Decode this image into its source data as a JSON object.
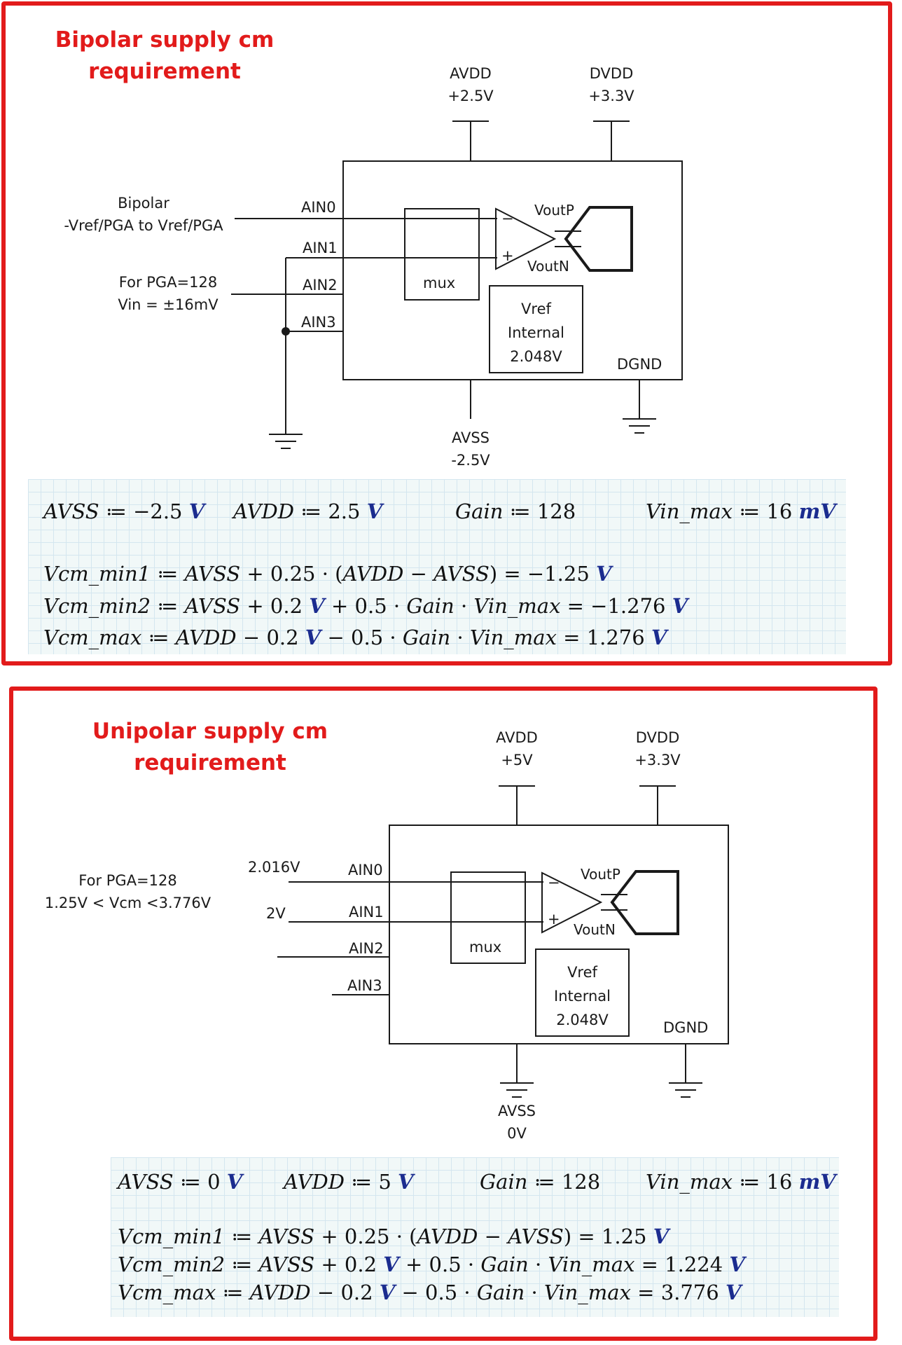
{
  "bipolar": {
    "title_line1": "Bipolar supply cm",
    "title_line2": "requirement",
    "avdd_label": "AVDD",
    "avdd_value": "+2.5V",
    "dvdd_label": "DVDD",
    "dvdd_value": "+3.3V",
    "input_desc_line1": "Bipolar",
    "input_desc_line2": "-Vref/PGA to Vref/PGA",
    "pga_line1": "For PGA=128",
    "pga_line2": "Vin = ±16mV",
    "pins": [
      "AIN0",
      "AIN1",
      "AIN2",
      "AIN3"
    ],
    "mux": "mux",
    "voutp": "VoutP",
    "voutn": "VoutN",
    "amp_minus": "−",
    "amp_plus": "+",
    "vref_line1": "Vref",
    "vref_line2": "Internal",
    "vref_line3": "2.048V",
    "dgnd": "DGND",
    "avss_label": "AVSS",
    "avss_value": "-2.5V",
    "math": {
      "avss": "−2.5",
      "avdd": "2.5",
      "gain": "128",
      "vin_max": "16",
      "vcm_min1_result": "−1.25",
      "vcm_min2_result": "−1.276",
      "vcm_max_result": "1.276"
    }
  },
  "unipolar": {
    "title_line1": "Unipolar supply cm",
    "title_line2": "requirement",
    "avdd_label": "AVDD",
    "avdd_value": "+5V",
    "dvdd_label": "DVDD",
    "dvdd_value": "+3.3V",
    "pga_line1": "For PGA=128",
    "pga_line2": "1.25V < Vcm <3.776V",
    "ain0_voltage": "2.016V",
    "ain1_voltage": "2V",
    "pins": [
      "AIN0",
      "AIN1",
      "AIN2",
      "AIN3"
    ],
    "mux": "mux",
    "voutp": "VoutP",
    "voutn": "VoutN",
    "amp_minus": "−",
    "amp_plus": "+",
    "vref_line1": "Vref",
    "vref_line2": "Internal",
    "vref_line3": "2.048V",
    "dgnd": "DGND",
    "avss_label": "AVSS",
    "avss_value": "0V",
    "math": {
      "avss": "0",
      "avdd": "5",
      "gain": "128",
      "vin_max": "16",
      "vcm_min1_result": "1.25",
      "vcm_min2_result": "1.224",
      "vcm_max_result": "3.776"
    }
  },
  "math_labels": {
    "avss_var": "AVSS",
    "avdd_var": "AVDD",
    "gain_var": "Gain",
    "vin_max_var": "Vin_max",
    "vcm_min1_var": "Vcm_min1",
    "vcm_min2_var": "Vcm_min2",
    "vcm_max_var": "Vcm_max",
    "unit_v": "V",
    "unit_mv": "mV",
    "k025": "0.25",
    "k02": "0.2",
    "k05": "0.5"
  },
  "colors": {
    "frame": "#e21b1b",
    "unit": "#1b2c8f"
  }
}
